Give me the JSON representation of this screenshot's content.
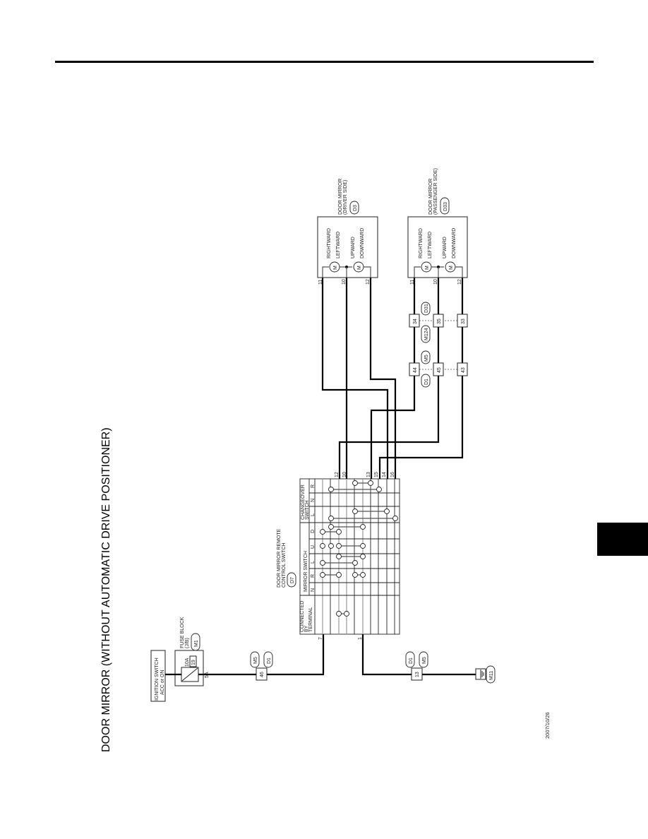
{
  "page": {
    "title": "DOOR MIRROR (WITHOUT AUTOMATIC DRIVE POSITIONER)",
    "date_code": "2007/10/26"
  },
  "ignition": {
    "label_line1": "IGNITION SWITCH",
    "label_line2": "ACC or ON"
  },
  "fuse_block": {
    "label_line1": "FUSE BLOCK",
    "label_line2": "(J/B)",
    "connector": "M1",
    "fuse_rating": "10A",
    "fuse_number": "19",
    "terminal": "5A"
  },
  "joint_connectors": {
    "power": {
      "pin": "46",
      "conn_a": "M5",
      "conn_b": "D1"
    },
    "ground": {
      "pin": "13",
      "conn_a": "D1",
      "conn_b": "M5"
    },
    "ground_point": "M11",
    "passenger_1": {
      "pins": [
        "44",
        "45",
        "43"
      ],
      "conn_a": "D1",
      "conn_b": "M5"
    },
    "passenger_2": {
      "pins": [
        "34",
        "35",
        "33"
      ],
      "conn_a": "M124",
      "conn_b": "D31"
    }
  },
  "remote_switch": {
    "label_line1": "DOOR MIRROR REMOTE",
    "label_line2": "CONTROL SWITCH",
    "connector": "D7",
    "groups": {
      "connected": [
        "CONNECTED",
        "BY",
        "TERMINAL"
      ],
      "mirror": "MIRROR SWITCH",
      "changeover": [
        "CHANGEOVER",
        "SWITCH"
      ]
    },
    "mirror_positions": [
      "N",
      "R",
      "L",
      "U",
      "D"
    ],
    "changeover_positions": [
      "L",
      "N",
      "R"
    ],
    "top_terminals": [
      "12",
      "10",
      "13",
      "15",
      "14",
      "16"
    ],
    "bottom_terminals": [
      "7",
      "1"
    ]
  },
  "driver_mirror": {
    "label_line1": "DOOR MIRROR",
    "label_line2": "(DRIVER SIDE)",
    "connector": "D3",
    "directions": [
      "RIGHTWARD",
      "LEFTWARD",
      "UPWARD",
      "DOWNWARD"
    ],
    "pins": [
      "11",
      "10",
      "12"
    ]
  },
  "passenger_mirror": {
    "label_line1": "DOOR MIRROR",
    "label_line2": "(PASSENGER SIDE)",
    "connector": "D33",
    "directions": [
      "RIGHTWARD",
      "LEFTWARD",
      "UPWARD",
      "DOWNWARD"
    ],
    "pins": [
      "11",
      "10",
      "12"
    ]
  },
  "motor_symbol": "M"
}
